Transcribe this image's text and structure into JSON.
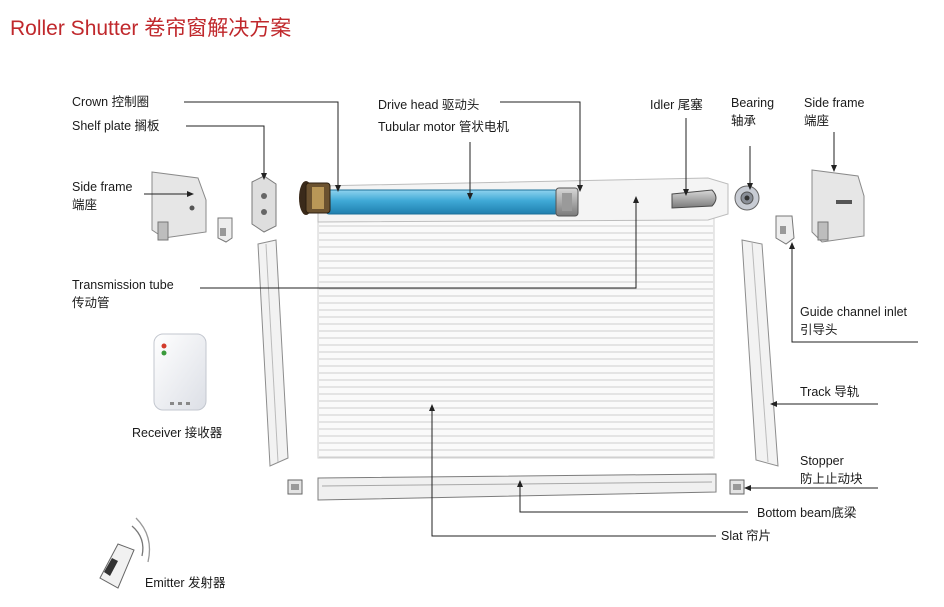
{
  "title": "Roller Shutter 卷帘窗解决方案",
  "colors": {
    "title": "#c0282c",
    "tube": "#3fa9d6",
    "line": "#222222"
  },
  "labels": {
    "crown": "Crown 控制圈",
    "shelf_plate": "Shelf plate 搁板",
    "side_frame_left_1": "Side frame",
    "side_frame_left_2": "端座",
    "transmission_1": "Transmission tube",
    "transmission_2": "传动管",
    "receiver": "Receiver 接收器",
    "emitter": "Emitter 发射器",
    "drive_head": "Drive head 驱动头",
    "tubular_motor": "Tubular motor 管状电机",
    "idler": "Idler 尾塞",
    "bearing_1": "Bearing",
    "bearing_2": "轴承",
    "side_frame_right_1": "Side frame",
    "side_frame_right_2": "端座",
    "guide_inlet_1": "Guide channel inlet",
    "guide_inlet_2": "引导头",
    "track": "Track 导轨",
    "stopper_1": "Stopper",
    "stopper_2": "防上止动块",
    "bottom_beam": "Bottom beam底梁",
    "slat": "Slat 帘片"
  }
}
